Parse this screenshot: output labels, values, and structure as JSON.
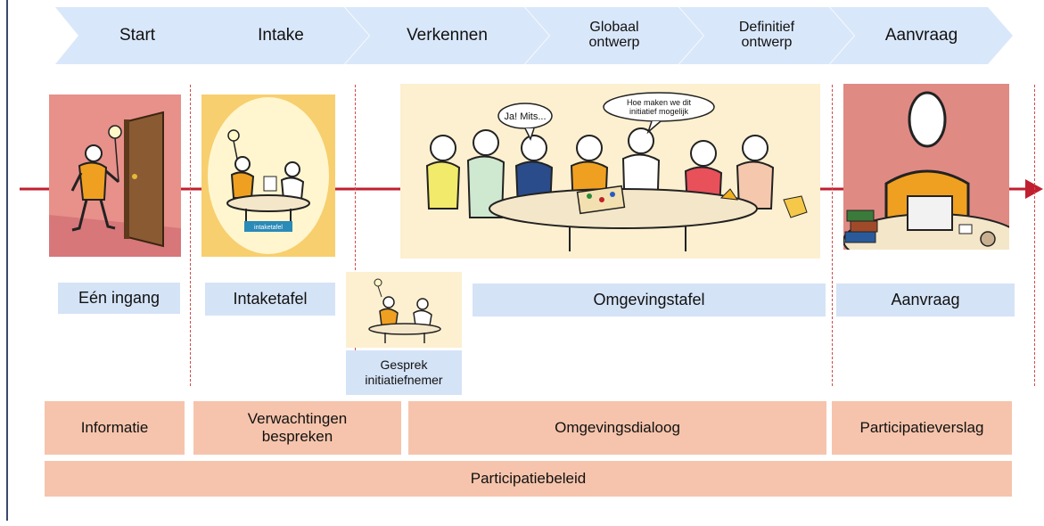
{
  "phases": [
    {
      "label": "Start"
    },
    {
      "label": "Intake"
    },
    {
      "label": "Verkennen"
    },
    {
      "line1": "Globaal",
      "line2": "ontwerp"
    },
    {
      "line1": "Definitief",
      "line2": "ontwerp"
    },
    {
      "label": "Aanvraag"
    }
  ],
  "speech_bubbles": {
    "bubble1": "Ja! Mits...",
    "bubble2_line1": "Hoe maken we dit",
    "bubble2_line2": "initiatief mogelijk"
  },
  "intake_sign": "intaketafel",
  "venues": {
    "een_ingang": "Eén ingang",
    "intaketafel": "Intaketafel",
    "gesprek_line1": "Gesprek",
    "gesprek_line2": "initiatiefnemer",
    "omgevingstafel": "Omgevingstafel",
    "aanvraag": "Aanvraag"
  },
  "activities": {
    "informatie": "Informatie",
    "verwachtingen_line1": "Verwachtingen",
    "verwachtingen_line2": "bespreken",
    "omgevingsdialoog": "Omgevingsdialoog",
    "participatieverslag": "Participatieverslag"
  },
  "policy": "Participatiebeleid",
  "colors": {
    "chevron": "#d9e7fa",
    "timeline": "#c01f2f",
    "venue_box": "#d5e3f7",
    "activity_box": "#f6c4ac",
    "divider": "#d04a4a"
  }
}
